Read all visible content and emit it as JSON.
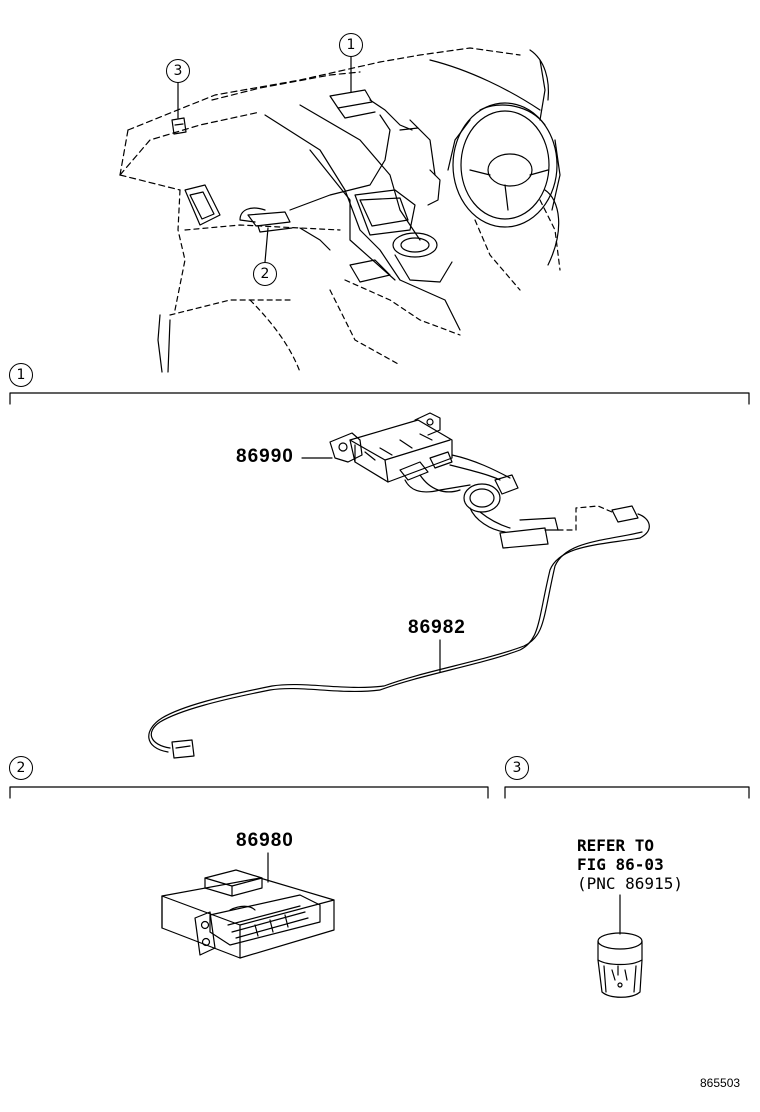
{
  "callouts": [
    "1",
    "2",
    "3"
  ],
  "parts": {
    "controller_harness": "86990",
    "antenna_cable": "86982",
    "receiver_unit": "86980"
  },
  "reference": {
    "line1": "REFER TO",
    "line2": "FIG 86-03",
    "line3": "(PNC 86915)"
  },
  "figure_number": "865503"
}
